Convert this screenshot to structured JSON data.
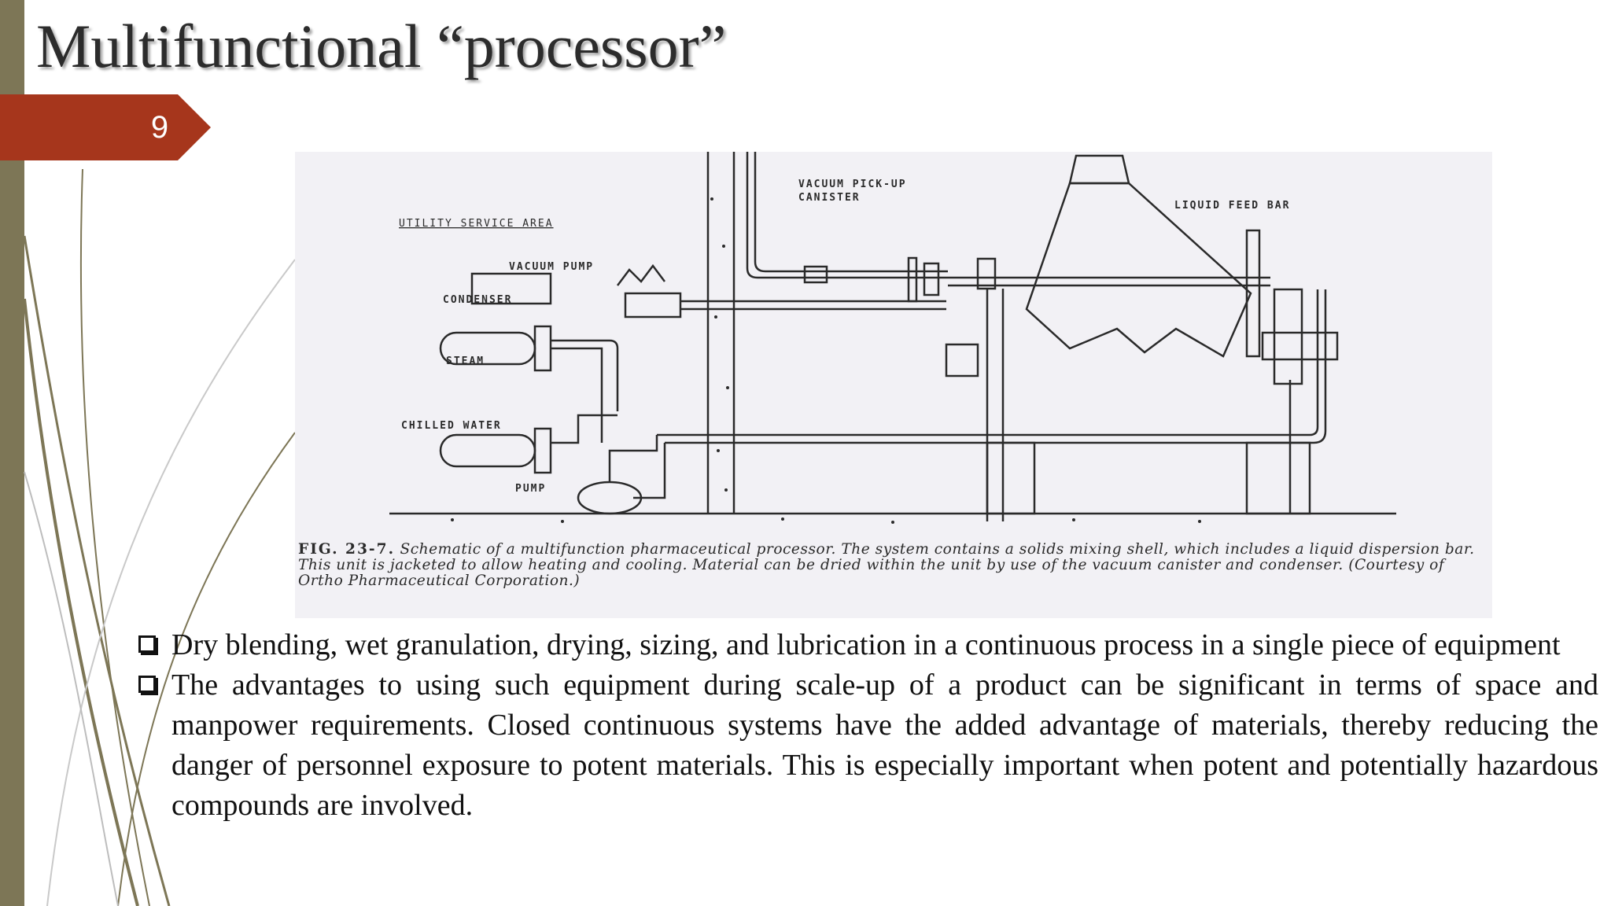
{
  "slide": {
    "title": "Multifunctional “processor”",
    "page_number": "9",
    "accent_color": "#a6361c",
    "sidebar_color": "#7d7656"
  },
  "figure": {
    "labels": {
      "utility_area": "UTILITY SERVICE AREA",
      "vacuum_pump": "VACUUM PUMP",
      "condenser": "CONDENSER",
      "steam": "STEAM",
      "chilled_water": "CHILLED WATER",
      "pump": "PUMP",
      "vacuum_canister_1": "VACUUM PICK-UP",
      "vacuum_canister_2": "CANISTER",
      "liquid_feed_bar": "LIQUID FEED BAR"
    },
    "caption_figno": "FIG. 23-7.",
    "caption_text": "Schematic of a multifunction pharmaceutical processor. The system contains a solids mixing shell, which includes a liquid dispersion bar. This unit is jacketed to allow heating and cooling. Material can be dried within the unit by use of the vacuum canister and condenser. (Courtesy of Ortho Pharmaceutical Corporation.)"
  },
  "bullets": [
    "Dry blending, wet granulation, drying, sizing, and lubrication in a continuous process in a single piece of equipment",
    "The advantages to using such equipment during scale-up of a product can be significant in terms of space and manpower requirements. Closed continuous systems have the added advantage of materials, thereby reducing the danger of personnel exposure to potent materials. This is especially important when potent and potentially hazardous compounds are involved."
  ]
}
